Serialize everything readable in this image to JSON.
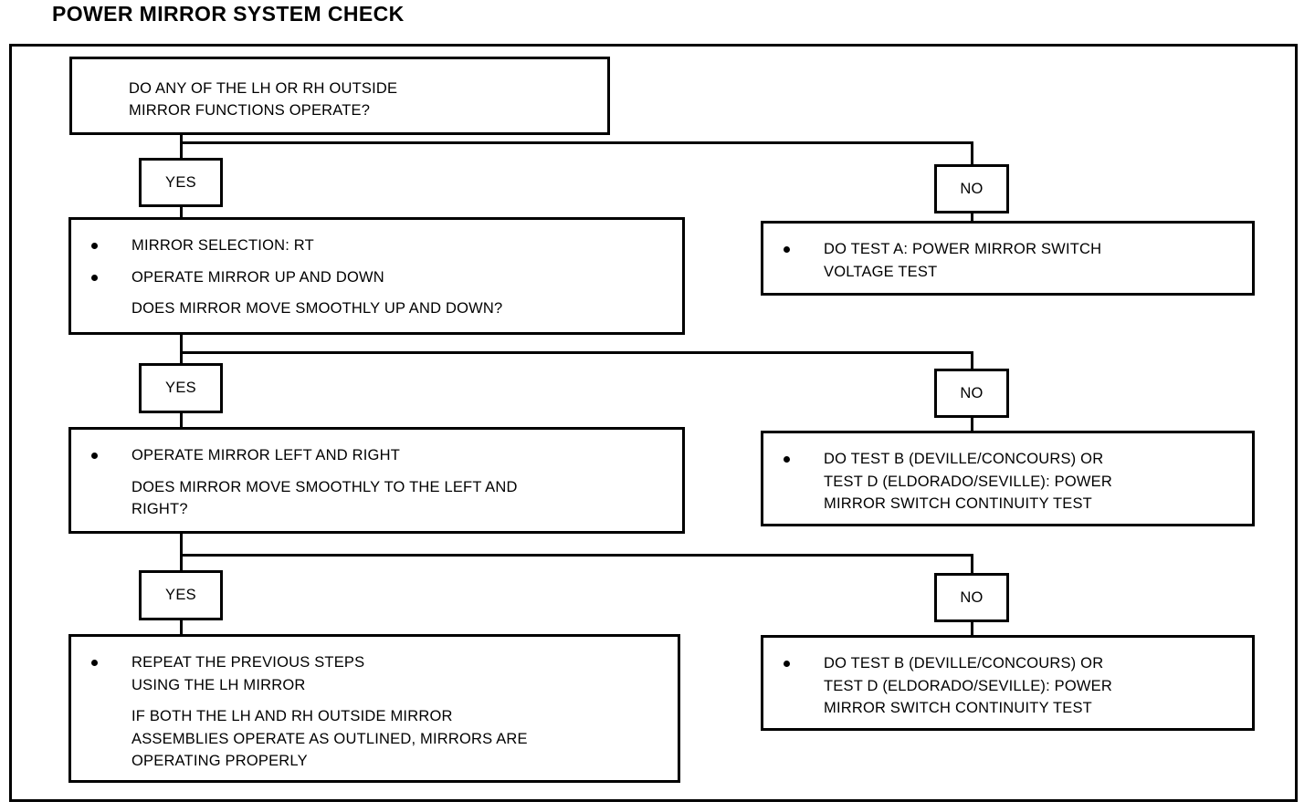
{
  "title": "POWER MIRROR SYSTEM CHECK",
  "diagram": {
    "start": {
      "text": "DO ANY OF THE LH OR RH OUTSIDE\nMIRROR FUNCTIONS OPERATE?"
    },
    "branch_labels": {
      "yes": "YES",
      "no": "NO"
    },
    "steps": [
      {
        "yes_box": {
          "bullets": [
            {
              "bullet": true,
              "text": "MIRROR SELECTION: RT"
            },
            {
              "bullet": true,
              "text": "OPERATE MIRROR UP AND DOWN"
            },
            {
              "bullet": false,
              "text": "DOES MIRROR MOVE SMOOTHLY UP AND DOWN?"
            }
          ]
        },
        "no_box": {
          "bullets": [
            {
              "bullet": true,
              "text": "DO TEST A: POWER MIRROR SWITCH\nVOLTAGE TEST"
            }
          ]
        }
      },
      {
        "yes_box": {
          "bullets": [
            {
              "bullet": true,
              "text": "OPERATE MIRROR LEFT AND RIGHT"
            },
            {
              "bullet": false,
              "text": "DOES MIRROR MOVE SMOOTHLY TO THE LEFT AND\nRIGHT?"
            }
          ]
        },
        "no_box": {
          "bullets": [
            {
              "bullet": true,
              "text": "DO TEST B (DEVILLE/CONCOURS) OR\nTEST D (ELDORADO/SEVILLE): POWER\nMIRROR SWITCH CONTINUITY TEST"
            }
          ]
        }
      },
      {
        "yes_box": {
          "bullets": [
            {
              "bullet": true,
              "text": "REPEAT THE PREVIOUS STEPS\nUSING THE LH MIRROR"
            },
            {
              "bullet": false,
              "text": "IF BOTH THE LH AND RH OUTSIDE MIRROR\nASSEMBLIES OPERATE AS OUTLINED, MIRRORS ARE\nOPERATING PROPERLY"
            }
          ]
        },
        "no_box": {
          "bullets": [
            {
              "bullet": true,
              "text": "DO TEST B (DEVILLE/CONCOURS) OR\nTEST D (ELDORADO/SEVILLE): POWER\nMIRROR SWITCH CONTINUITY TEST"
            }
          ]
        }
      }
    ]
  },
  "colors": {
    "ink": "#000000",
    "paper": "#ffffff"
  }
}
